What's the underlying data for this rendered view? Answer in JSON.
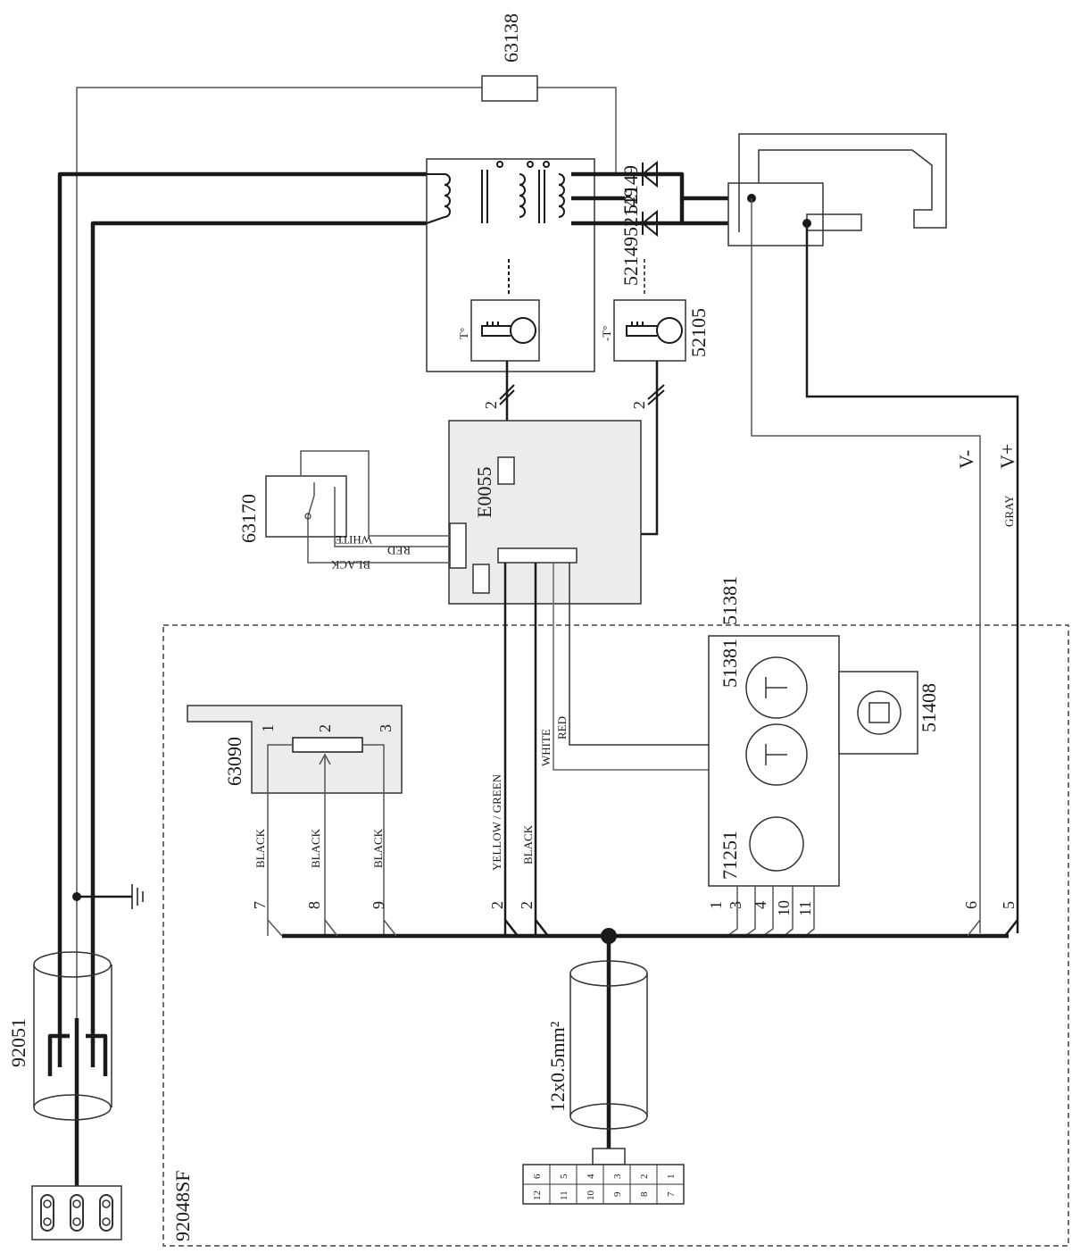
{
  "components": {
    "feed_cable": "92051",
    "fuse_top": "63138",
    "diode_1": "52149",
    "diode_2": "52149",
    "diode_3": "52149",
    "thermostat_2": "52105",
    "board": "E0055",
    "switch": "63170",
    "potentiometer": "63090",
    "led_group": "51381",
    "led_group_2": "51381",
    "led_single": "51408",
    "lamp": "71251",
    "main_cable": "12x0.5mm²",
    "boundary": "92048SF"
  },
  "symbols": {
    "thermostat_1_temp": "T°",
    "thermostat_2_temp": "-T°",
    "wire_count_1": "2",
    "wire_count_2": "2",
    "v_minus": "V-",
    "v_plus": "V+"
  },
  "wire_labels": {
    "white_1": "WHITE",
    "red_1": "RED",
    "black_1": "BLACK",
    "yellow_green": "YELLOW / GREEN",
    "black_2": "BLACK",
    "white_2": "WHITE",
    "red_2": "RED",
    "gray": "GRAY",
    "pot_black_7": "BLACK",
    "pot_black_8": "BLACK",
    "pot_black_9": "BLACK"
  },
  "pot_pins": [
    "1",
    "2",
    "3"
  ],
  "bus_pins": [
    "7",
    "8",
    "9",
    "2",
    "2",
    "1",
    "3",
    "4",
    "10",
    "11",
    "6",
    "5"
  ],
  "connector_cells": [
    [
      "12",
      "6"
    ],
    [
      "11",
      "5"
    ],
    [
      "10",
      "4"
    ],
    [
      "9",
      "3"
    ],
    [
      "8",
      "2"
    ],
    [
      "7",
      "1"
    ]
  ]
}
